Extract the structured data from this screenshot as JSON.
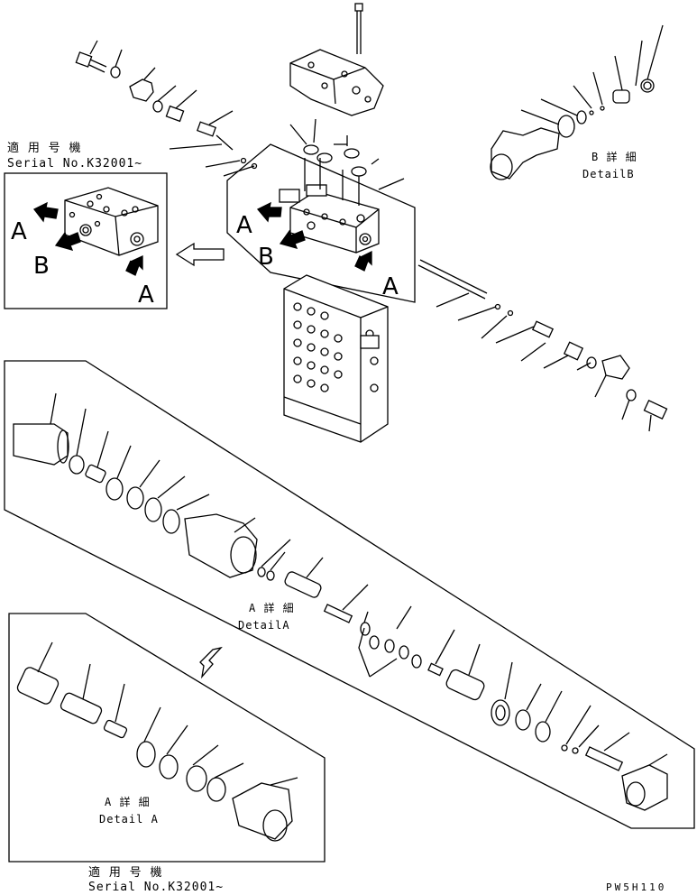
{
  "top_serial": {
    "jp": "適 用 号 機",
    "en": "Serial No.K32001~"
  },
  "inset_letters": {
    "a": "A",
    "b": "B",
    "a2": "A"
  },
  "main_letters": {
    "a": "A",
    "b": "B",
    "a2": "A"
  },
  "detail_b": {
    "jp": "B 詳 細",
    "en": "DetailB"
  },
  "detail_a_mid": {
    "jp": "A 詳 細",
    "en": "DetailA"
  },
  "detail_a_low": {
    "jp": "A 詳 細",
    "en": "Detail A"
  },
  "bottom_serial": {
    "jp": "適 用 号 機",
    "en": "Serial No.K32001~"
  },
  "figure_code": "PW5H110"
}
